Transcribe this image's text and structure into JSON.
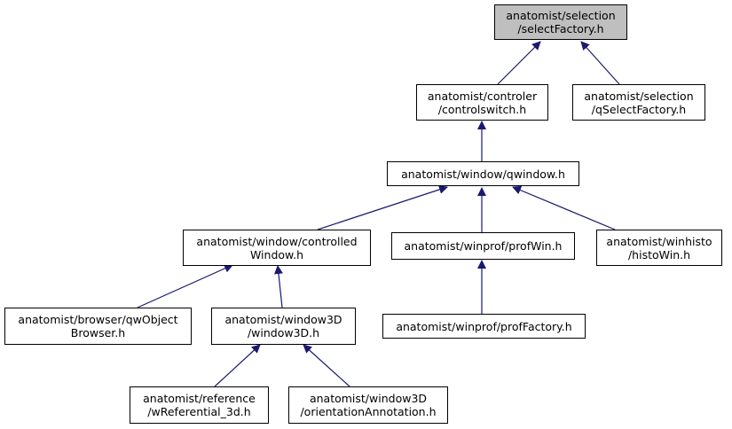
{
  "colors": {
    "edge": "#191970",
    "node_border": "#000000",
    "root_fill": "#bfbfbf",
    "node_fill": "#ffffff"
  },
  "nodes": {
    "select_factory": {
      "line1": "anatomist/selection",
      "line2": "/selectFactory.h"
    },
    "controlswitch": {
      "line1": "anatomist/controler",
      "line2": "/controlswitch.h"
    },
    "qselect_factory": {
      "line1": "anatomist/selection",
      "line2": "/qSelectFactory.h"
    },
    "qwindow": {
      "line1": "anatomist/window/qwindow.h"
    },
    "controlled_window": {
      "line1": "anatomist/window/controlled",
      "line2": "Window.h"
    },
    "prof_win": {
      "line1": "anatomist/winprof/profWin.h"
    },
    "histo_win": {
      "line1": "anatomist/winhisto",
      "line2": "/histoWin.h"
    },
    "qwobject_browser": {
      "line1": "anatomist/browser/qwObject",
      "line2": "Browser.h"
    },
    "window3d": {
      "line1": "anatomist/window3D",
      "line2": "/window3D.h"
    },
    "prof_factory": {
      "line1": "anatomist/winprof/profFactory.h"
    },
    "wreferential_3d": {
      "line1": "anatomist/reference",
      "line2": "/wReferential_3d.h"
    },
    "orientation_annotation": {
      "line1": "anatomist/window3D",
      "line2": "/orientationAnnotation.h"
    }
  }
}
